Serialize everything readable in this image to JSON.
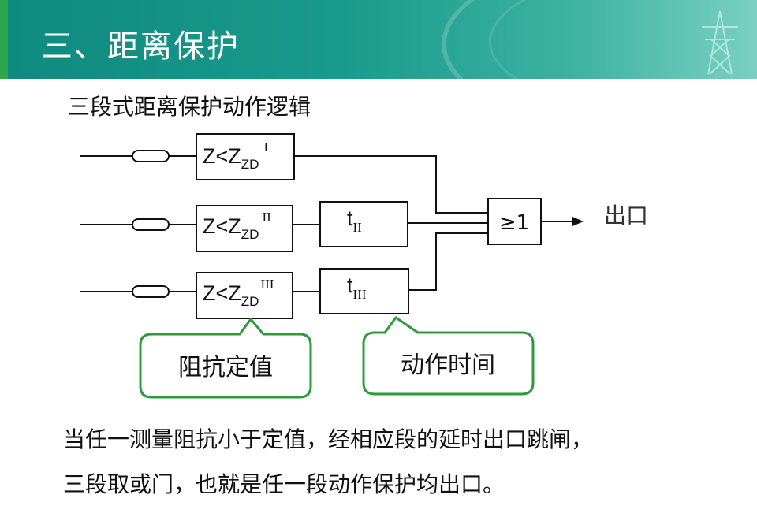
{
  "header": {
    "title": "三、距离保护"
  },
  "subtitle": "三段式距离保护动作逻辑",
  "diagram": {
    "relays": [
      {
        "base": "Z<Z",
        "sub": "ZD",
        "sup": "I"
      },
      {
        "base": "Z<Z",
        "sub": "ZD",
        "sup": "II"
      },
      {
        "base": "Z<Z",
        "sub": "ZD",
        "sup": "III"
      }
    ],
    "timers": [
      {
        "base": "t",
        "sub": "II"
      },
      {
        "base": "t",
        "sub": "III"
      }
    ],
    "or_gate": "≥1",
    "output_label": "出口",
    "callouts": {
      "impedance": "阻抗定值",
      "action_time": "动作时间"
    }
  },
  "description": {
    "line1": "当任一测量阻抗小于定值，经相应段的延时出口跳闸，",
    "line2": "三段取或门，也就是任一段动作保护均出口。"
  },
  "colors": {
    "header_bg": "#1a9a8c",
    "header_accent": "#2aa84a",
    "callout_border": "#2e9a3c"
  }
}
